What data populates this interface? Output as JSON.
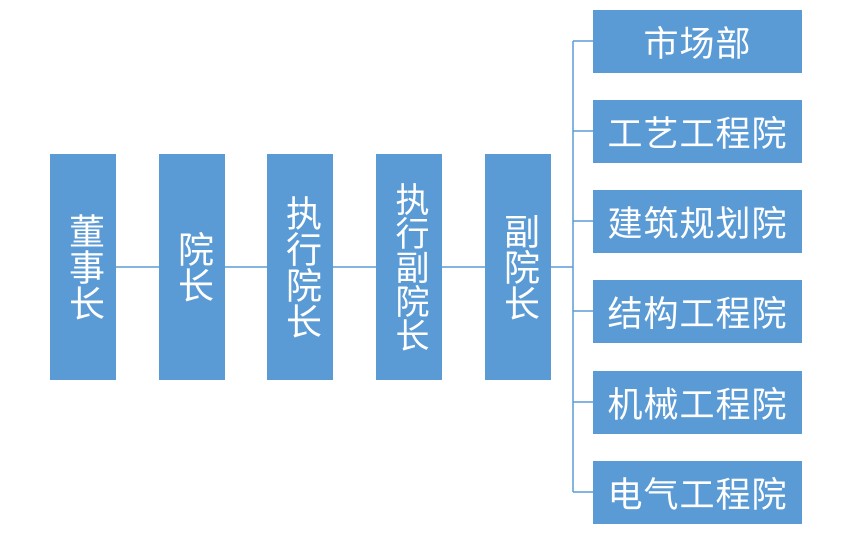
{
  "chain": [
    {
      "id": "chairman",
      "label": "董事长"
    },
    {
      "id": "dean",
      "label": "院长"
    },
    {
      "id": "executive-dean",
      "label": "执行院长"
    },
    {
      "id": "executive-vice-dean",
      "label": "执行副院长"
    },
    {
      "id": "vice-dean",
      "label": "副院长"
    }
  ],
  "departments": [
    {
      "id": "marketing",
      "label": "市场部"
    },
    {
      "id": "process-engineering",
      "label": "工艺工程院"
    },
    {
      "id": "architectural-planning",
      "label": "建筑规划院"
    },
    {
      "id": "structural-engineering",
      "label": "结构工程院"
    },
    {
      "id": "mechanical-engineering",
      "label": "机械工程院"
    },
    {
      "id": "electrical-engineering",
      "label": "电气工程院"
    }
  ],
  "colors": {
    "box_fill": "#5b9bd5",
    "box_text": "#ffffff",
    "connector": "#5b9bd5"
  }
}
